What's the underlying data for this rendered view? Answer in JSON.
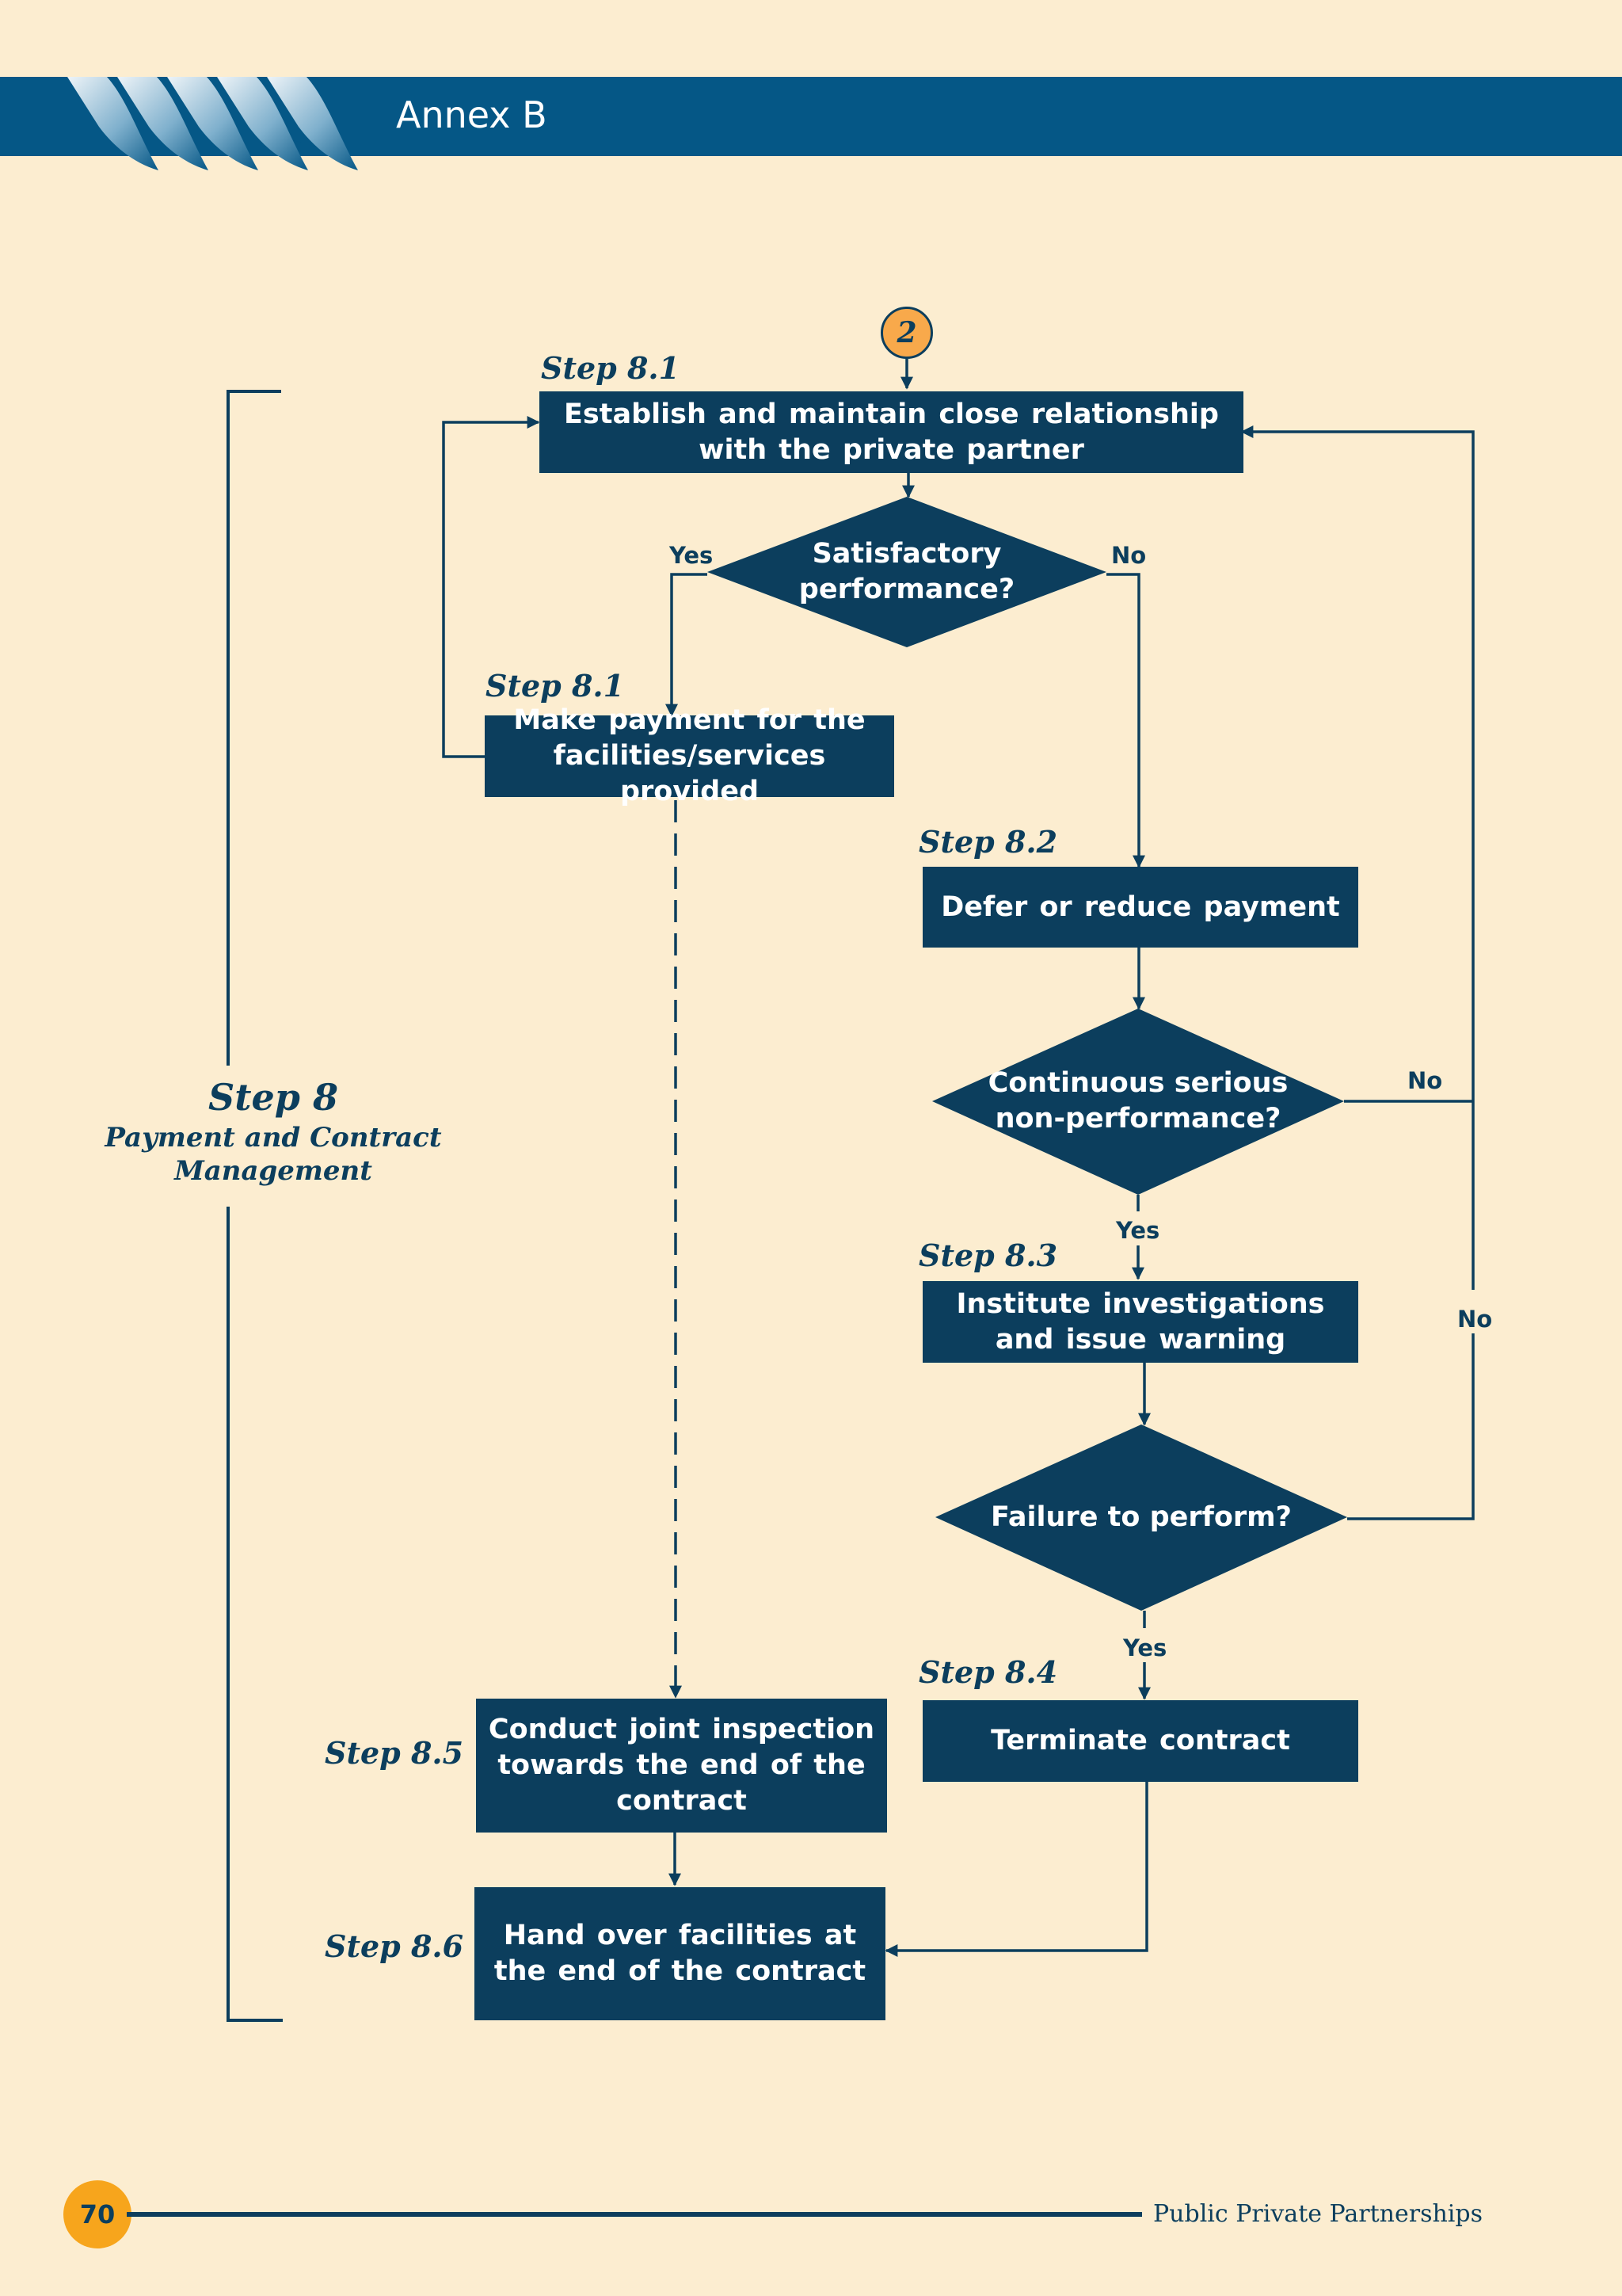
{
  "header": {
    "title": "Annex B"
  },
  "start_connector": "2",
  "phase": {
    "title": "Step 8",
    "subtitle": "Payment and Contract Management"
  },
  "steps": {
    "s1a": "Step 8.1",
    "s1b": "Step 8.1",
    "s2": "Step 8.2",
    "s3": "Step 8.3",
    "s4": "Step 8.4",
    "s5": "Step 8.5",
    "s6": "Step 8.6"
  },
  "boxes": {
    "relationship": "Establish and maintain close relationship with the private partner",
    "payment": "Make payment for the facilities/services provided",
    "defer": "Defer or reduce payment",
    "investigate": "Institute investigations and issue warning",
    "terminate": "Terminate contract",
    "inspection": "Conduct joint inspection towards the end of the contract",
    "handover": "Hand over facilities at the end of the contract"
  },
  "decisions": {
    "satisfactory": "Satisfactory performance?",
    "nonperf": "Continuous serious non-performance?",
    "failure": "Failure to perform?"
  },
  "labels": {
    "yes1": "Yes",
    "no1": "No",
    "no2": "No",
    "yes2": "Yes",
    "no3": "No",
    "yes3": "Yes"
  },
  "footer": {
    "page": "70",
    "publication": "Public Private Partnerships"
  },
  "colors": {
    "navy": "#0c3e5d",
    "banner": "#055786",
    "page": "#fcedd0",
    "accent": "#f7a51c"
  }
}
